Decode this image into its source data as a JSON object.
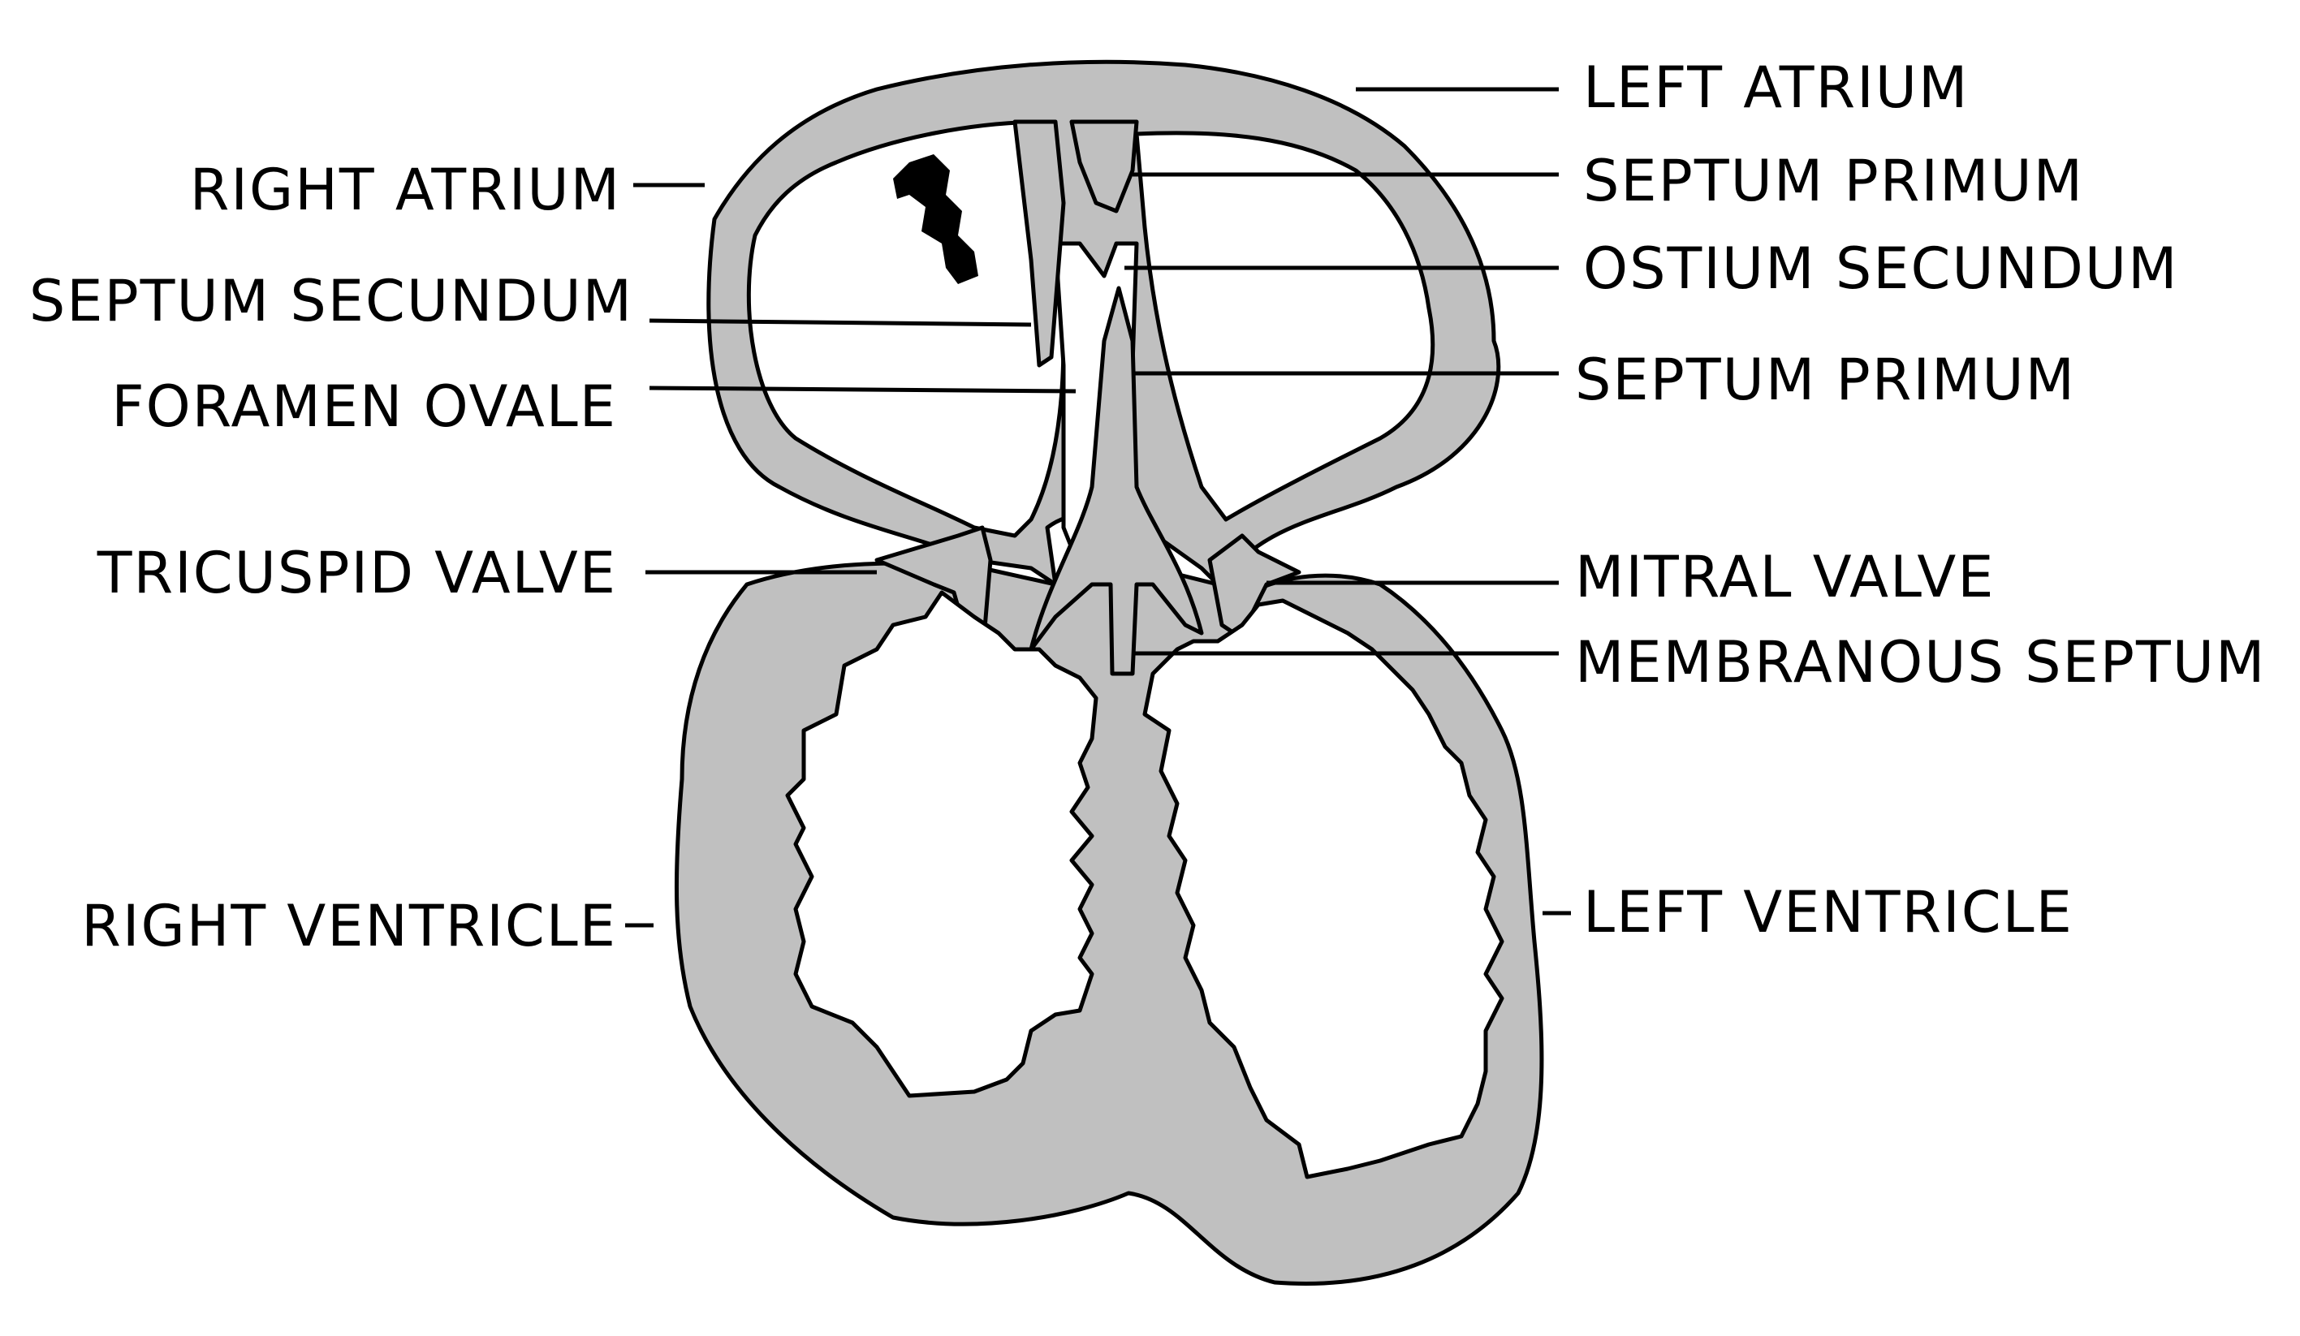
{
  "labels": {
    "left_atrium": "LEFT ATRIUM",
    "septum_primum_top": "SEPTUM PRIMUM",
    "ostium_secundum": "OSTIUM SECUNDUM",
    "septum_primum_lower": "SEPTUM PRIMUM",
    "mitral_valve": "MITRAL VALVE",
    "membranous_septum": "MEMBRANOUS SEPTUM",
    "left_ventricle": "LEFT VENTRICLE",
    "right_atrium": "RIGHT ATRIUM",
    "septum_secundum": "SEPTUM SECUNDUM",
    "foramen_ovale": "FORAMEN OVALE",
    "tricuspid_valve": "TRICUSPID VALVE",
    "right_ventricle": "RIGHT VENTRICLE"
  },
  "colors": {
    "wall": "#c0c0c0",
    "outline": "#000000",
    "background": "#ffffff"
  }
}
